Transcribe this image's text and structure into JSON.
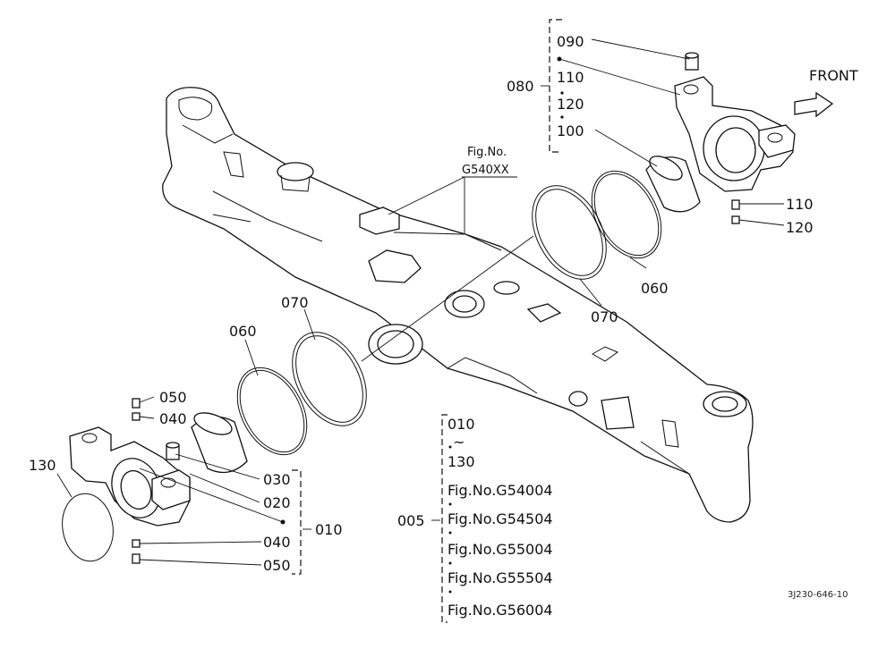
{
  "figure": {
    "ref_code": "3J230-646-10",
    "front_label": "FRONT"
  },
  "callouts": {
    "p090": "090",
    "p080": "080",
    "p110_top": "110",
    "p120_top": "120",
    "p100": "100",
    "p110_side": "110",
    "p120_side": "120",
    "fig_no_line1": "Fig.No.",
    "fig_no_line2": "G540XX",
    "p060_right": "060",
    "p070_right": "070",
    "p070_left": "070",
    "p060_left": "060",
    "p050_top": "050",
    "p040_top": "040",
    "p130": "130",
    "p030": "030",
    "p020": "020",
    "p010": "010",
    "p040_bottom": "040",
    "p050_bottom": "050"
  },
  "assembly_group": {
    "parent": "005",
    "range_start": "010",
    "range_sep": "~",
    "range_end": "130",
    "figures": [
      "Fig.No.G54004",
      "Fig.No.G54504",
      "Fig.No.G55004",
      "Fig.No.G55504",
      "Fig.No.G56004"
    ]
  }
}
